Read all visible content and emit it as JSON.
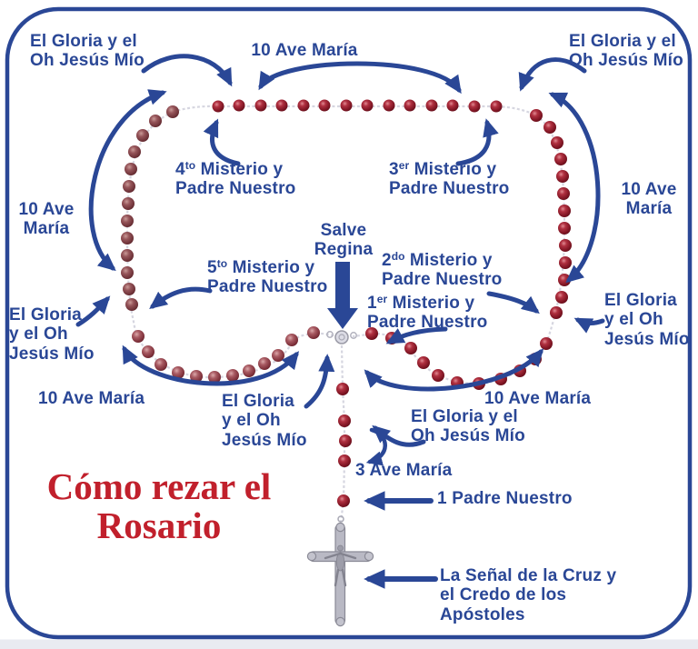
{
  "title": {
    "line1": "Cómo rezar",
    "line2": "el Rosario"
  },
  "labels": {
    "gloria_tl": {
      "line1": "El Gloria y el",
      "line2": "Oh Jesús Mío"
    },
    "ave_top": {
      "text": "10 Ave María"
    },
    "gloria_tr": {
      "line1": "El Gloria y el",
      "line2": "Oh Jesús Mío"
    },
    "mist4": {
      "num": "4",
      "ord": "to",
      "rest": " Misterio y",
      "line2": "Padre Nuestro"
    },
    "mist3": {
      "num": "3",
      "ord": "er",
      "rest": " Misterio y",
      "line2": "Padre Nuestro"
    },
    "ave_left": {
      "line1": "10 Ave",
      "line2": "María"
    },
    "ave_right": {
      "line1": "10 Ave",
      "line2": "María"
    },
    "salve": {
      "line1": "Salve",
      "line2": "Regina"
    },
    "mist5": {
      "num": "5",
      "ord": "to",
      "rest": " Misterio y",
      "line2": "Padre Nuestro"
    },
    "mist2": {
      "num": "2",
      "ord": "do",
      "rest": " Misterio y",
      "line2": "Padre Nuestro"
    },
    "mist1": {
      "num": "1",
      "ord": "er",
      "rest": " Misterio y",
      "line2": "Padre Nuestro"
    },
    "gloria_left": {
      "line1": "El Gloria",
      "line2": "y el Oh",
      "line3": "Jesús Mío"
    },
    "gloria_right": {
      "line1": "El Gloria",
      "line2": "y el Oh",
      "line3": "Jesús Mío"
    },
    "ave_bl": {
      "text": "10 Ave María"
    },
    "ave_br": {
      "text": "10 Ave María"
    },
    "gloria_bc_left": {
      "line1": "El Gloria",
      "line2": "y el Oh",
      "line3": "Jesús Mío"
    },
    "gloria_bc_right": {
      "line1": "El Gloria y el",
      "line2": "Oh Jesús Mío"
    },
    "ave3": {
      "text": "3 Ave María"
    },
    "padre1": {
      "text": "1 Padre Nuestro"
    },
    "senal": {
      "line1": "La Señal de la Cruz y",
      "line2": "el Credo de los",
      "line3": "Apóstoles"
    }
  },
  "colors": {
    "accent_blue": "#2a4796",
    "title_red": "#c1202c",
    "border_blue": "#2a4796",
    "chain_gray": "#d6d6e0",
    "bead_crimson": "#8e1b2e",
    "bead_maroon": "#6e3238",
    "bead_rose": "#a85a62",
    "metal_silver": "#b4b4c0",
    "bottom_strip": "#e9ebf1"
  }
}
